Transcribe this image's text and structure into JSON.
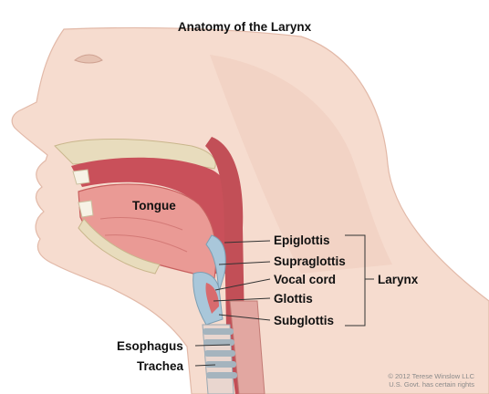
{
  "title": "Anatomy of the Larynx",
  "labels": {
    "tongue": "Tongue",
    "epiglottis": "Epiglottis",
    "supraglottis": "Supraglottis",
    "vocal_cord": "Vocal cord",
    "glottis": "Glottis",
    "subglottis": "Subglottis",
    "larynx": "Larynx",
    "esophagus": "Esophagus",
    "trachea": "Trachea"
  },
  "copyright": {
    "line1": "© 2012 Terese Winslow LLC",
    "line2": "U.S. Govt. has certain rights"
  },
  "colors": {
    "skin": "#f4d6c8",
    "skin_shade": "#e9b8a6",
    "mouth": "#c9505a",
    "tongue": "#e58e8c",
    "airway_wall": "#c24f57",
    "cartilage": "#a9c7da",
    "trachea_rings": "#8fa1ad",
    "bone": "#e8dcbd"
  }
}
